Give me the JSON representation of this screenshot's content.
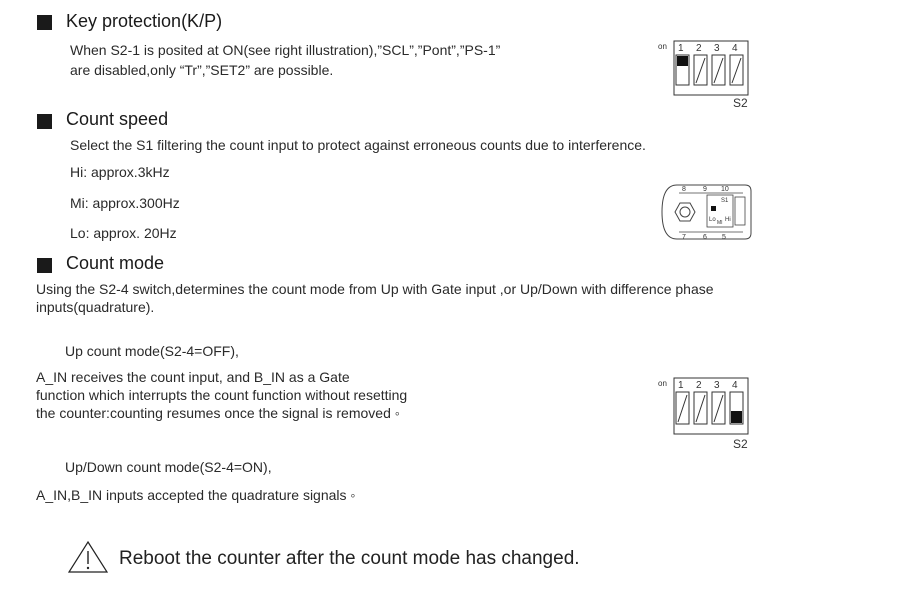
{
  "key_protection": {
    "heading": "Key protection(K/P)",
    "line1": "When S2-1 is posited at ON(see right illustration),”SCL”,”Pont”,”PS-1”",
    "line2": "are disabled,only “Tr”,”SET2” are possible."
  },
  "count_speed": {
    "heading": "Count speed",
    "intro": "Select the S1 filtering the count input to protect against erroneous counts due to interference.",
    "options": [
      "Hi: approx.3kHz",
      "Mi: approx.300Hz",
      "Lo: approx. 20Hz"
    ]
  },
  "count_mode": {
    "heading": "Count mode",
    "intro1": "Using the S2-4 switch,determines the count mode from Up with Gate input ,or Up/Down with difference phase",
    "intro2": "inputs(quadrature).",
    "up_title": "Up count mode(S2-4=OFF),",
    "up_line1": "A_IN receives the count input, and B_IN as a Gate",
    "up_line2": "function which interrupts the count function without resetting",
    "up_line3": "the counter:counting resumes once the signal is removed ◦",
    "updown_title": "Up/Down count mode(S2-4=ON),",
    "updown_line1": "A_IN,B_IN inputs accepted the quadrature signals ◦"
  },
  "warning": {
    "icon": "warning-triangle-icon",
    "text": "Reboot the counter after the count mode has changed."
  },
  "dip_switch": {
    "on_label": "on",
    "numbers": [
      "1",
      "2",
      "3",
      "4"
    ],
    "name": "S2"
  },
  "s1_switch": {
    "pins_top": [
      "8",
      "9",
      "10"
    ],
    "pins_bottom": [
      "7",
      "6",
      "5"
    ],
    "name": "S1",
    "lo": "Lo",
    "mi": "MI",
    "hi": "Hi"
  }
}
